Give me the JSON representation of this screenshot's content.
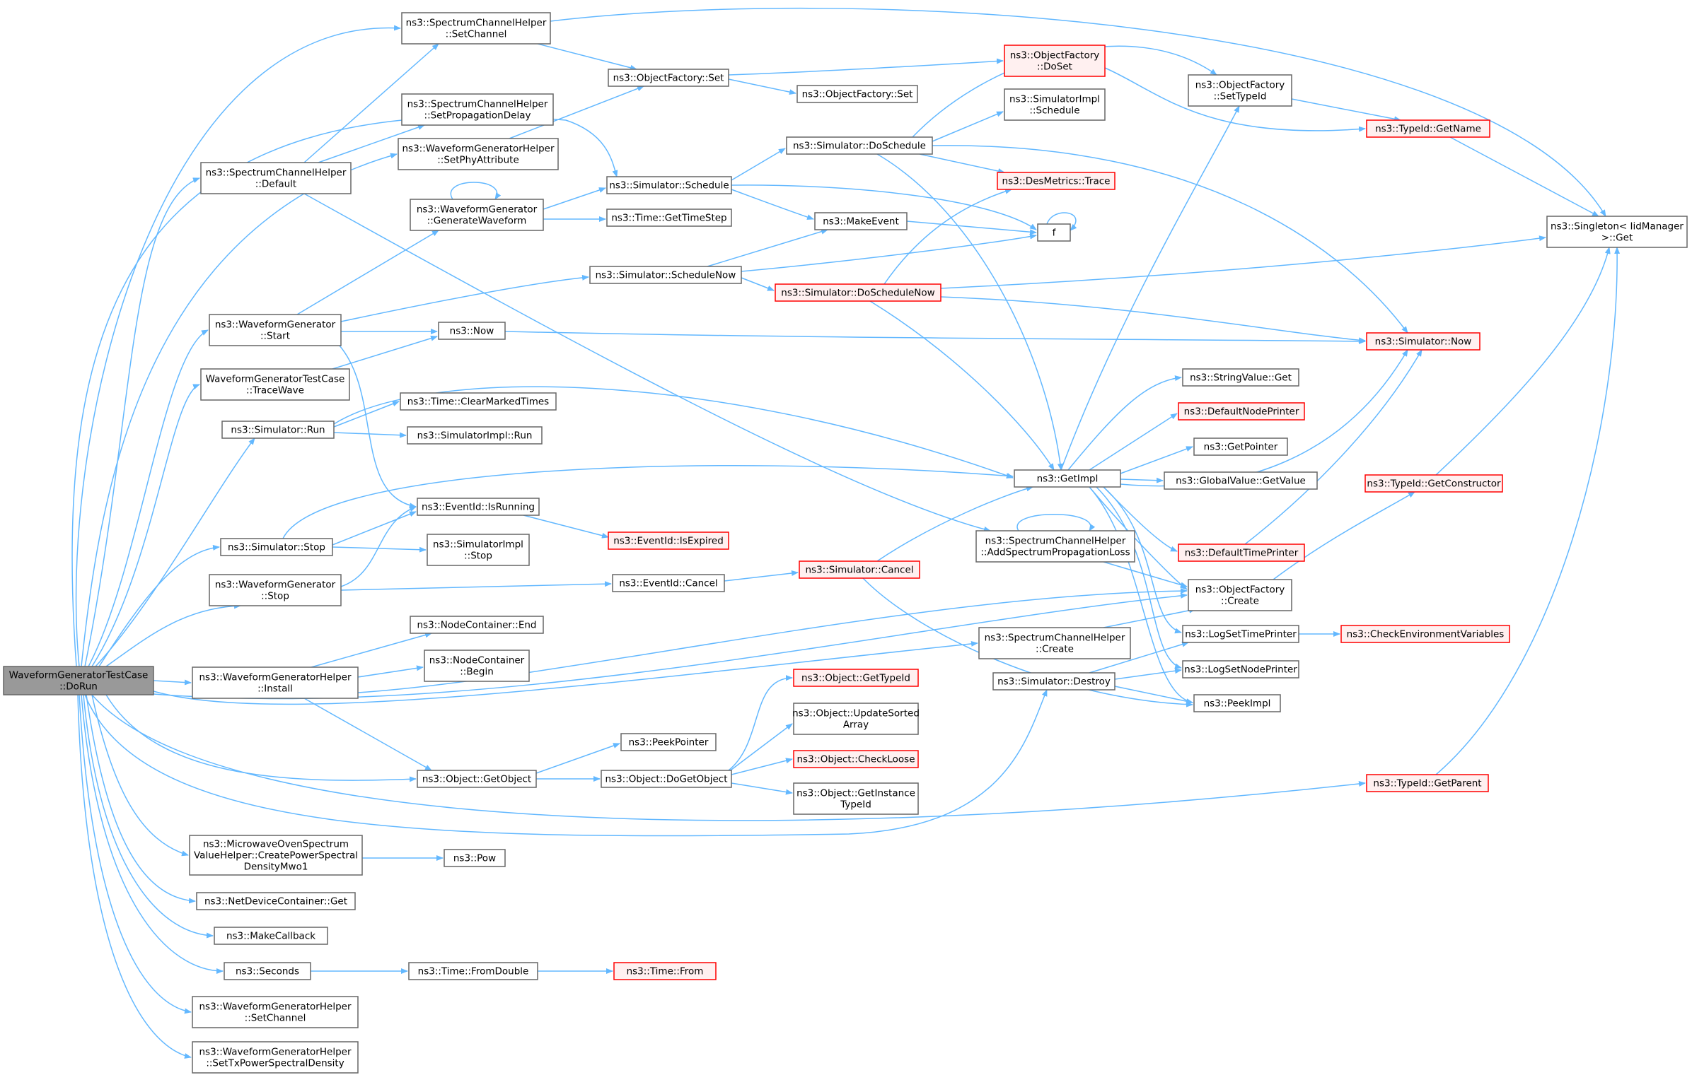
{
  "colors": {
    "edge": "#63b8ff",
    "node_fill": "#ffffff",
    "node_border": "#666666",
    "root_fill": "#999999",
    "root_border": "#666666",
    "trunc_fill": "#fff0f0",
    "trunc_border": "#ff0000"
  },
  "nodes": [
    {
      "id": "root",
      "lines": [
        "WaveformGeneratorTestCase",
        "::DoRun"
      ],
      "style": "root"
    },
    {
      "id": "scSetChannel",
      "lines": [
        "ns3::SpectrumChannelHelper",
        "::SetChannel"
      ]
    },
    {
      "id": "scSetPropDelay",
      "lines": [
        "ns3::SpectrumChannelHelper",
        "::SetPropagationDelay"
      ]
    },
    {
      "id": "wghSetPhyAttr",
      "lines": [
        "ns3::WaveformGeneratorHelper",
        "::SetPhyAttribute"
      ]
    },
    {
      "id": "scDefault",
      "lines": [
        "ns3::SpectrumChannelHelper",
        "::Default"
      ]
    },
    {
      "id": "wgGenWave",
      "lines": [
        "ns3::WaveformGenerator",
        "::GenerateWaveform"
      ]
    },
    {
      "id": "wgStart",
      "lines": [
        "ns3::WaveformGenerator",
        "::Start"
      ]
    },
    {
      "id": "tcTraceWave",
      "lines": [
        "WaveformGeneratorTestCase",
        "::TraceWave"
      ]
    },
    {
      "id": "simRun",
      "lines": [
        "ns3::Simulator::Run"
      ]
    },
    {
      "id": "simStop",
      "lines": [
        "ns3::Simulator::Stop"
      ]
    },
    {
      "id": "wgStop",
      "lines": [
        "ns3::WaveformGenerator",
        "::Stop"
      ]
    },
    {
      "id": "wghInstall",
      "lines": [
        "ns3::WaveformGeneratorHelper",
        "::Install"
      ]
    },
    {
      "id": "mwoHelper",
      "lines": [
        "ns3::MicrowaveOvenSpectrum",
        "ValueHelper::CreatePowerSpectral",
        "DensityMwo1"
      ]
    },
    {
      "id": "ndcGet",
      "lines": [
        "ns3::NetDeviceContainer::Get"
      ]
    },
    {
      "id": "makeCallback",
      "lines": [
        "ns3::MakeCallback"
      ]
    },
    {
      "id": "seconds",
      "lines": [
        "ns3::Seconds"
      ]
    },
    {
      "id": "wghSetChannel",
      "lines": [
        "ns3::WaveformGeneratorHelper",
        "::SetChannel"
      ]
    },
    {
      "id": "wghSetTxPsd",
      "lines": [
        "ns3::WaveformGeneratorHelper",
        "::SetTxPowerSpectralDensity"
      ]
    },
    {
      "id": "ofSet",
      "lines": [
        "ns3::ObjectFactory::Set"
      ]
    },
    {
      "id": "ofSet2",
      "lines": [
        "ns3::ObjectFactory::Set"
      ]
    },
    {
      "id": "ofDoSet",
      "lines": [
        "ns3::ObjectFactory",
        "::DoSet"
      ],
      "style": "trunc"
    },
    {
      "id": "ofSetTypeId",
      "lines": [
        "ns3::ObjectFactory",
        "::SetTypeId"
      ]
    },
    {
      "id": "tidGetName",
      "lines": [
        "ns3::TypeId::GetName"
      ],
      "style": "trunc"
    },
    {
      "id": "singletonGet",
      "lines": [
        "ns3::Singleton< IidManager",
        ">::Get"
      ]
    },
    {
      "id": "simImplSchedule",
      "lines": [
        "ns3::SimulatorImpl",
        "::Schedule"
      ]
    },
    {
      "id": "simDoSchedule",
      "lines": [
        "ns3::Simulator::DoSchedule"
      ]
    },
    {
      "id": "simSchedule",
      "lines": [
        "ns3::Simulator::Schedule"
      ]
    },
    {
      "id": "desTrace",
      "lines": [
        "ns3::DesMetrics::Trace"
      ],
      "style": "trunc"
    },
    {
      "id": "timeGetTimeStep",
      "lines": [
        "ns3::Time::GetTimeStep"
      ]
    },
    {
      "id": "makeEvent",
      "lines": [
        "ns3::MakeEvent"
      ]
    },
    {
      "id": "f",
      "lines": [
        "f"
      ]
    },
    {
      "id": "simScheduleNow",
      "lines": [
        "ns3::Simulator::ScheduleNow"
      ]
    },
    {
      "id": "simDoScheduleNow",
      "lines": [
        "ns3::Simulator::DoScheduleNow"
      ],
      "style": "trunc"
    },
    {
      "id": "now",
      "lines": [
        "ns3::Now"
      ]
    },
    {
      "id": "simNow",
      "lines": [
        "ns3::Simulator::Now"
      ],
      "style": "trunc"
    },
    {
      "id": "timeClearMarked",
      "lines": [
        "ns3::Time::ClearMarkedTimes"
      ]
    },
    {
      "id": "simImplRun",
      "lines": [
        "ns3::SimulatorImpl::Run"
      ]
    },
    {
      "id": "stringValueGet",
      "lines": [
        "ns3::StringValue::Get"
      ]
    },
    {
      "id": "defaultNodePrinter",
      "lines": [
        "ns3::DefaultNodePrinter"
      ],
      "style": "trunc"
    },
    {
      "id": "getPointer",
      "lines": [
        "ns3::GetPointer"
      ]
    },
    {
      "id": "getImpl",
      "lines": [
        "ns3::GetImpl"
      ]
    },
    {
      "id": "gvGetValue",
      "lines": [
        "ns3::GlobalValue::GetValue"
      ]
    },
    {
      "id": "tidGetConstructor",
      "lines": [
        "ns3::TypeId::GetConstructor"
      ],
      "style": "trunc"
    },
    {
      "id": "eventIsRunning",
      "lines": [
        "ns3::EventId::IsRunning"
      ]
    },
    {
      "id": "eventIsExpired",
      "lines": [
        "ns3::EventId::IsExpired"
      ],
      "style": "trunc"
    },
    {
      "id": "scAddLoss",
      "lines": [
        "ns3::SpectrumChannelHelper",
        "::AddSpectrumPropagationLoss"
      ]
    },
    {
      "id": "defaultTimePrinter",
      "lines": [
        "ns3::DefaultTimePrinter"
      ],
      "style": "trunc"
    },
    {
      "id": "simImplStop",
      "lines": [
        "ns3::SimulatorImpl",
        "::Stop"
      ]
    },
    {
      "id": "eventCancel",
      "lines": [
        "ns3::EventId::Cancel"
      ]
    },
    {
      "id": "simCancel",
      "lines": [
        "ns3::Simulator::Cancel"
      ],
      "style": "trunc"
    },
    {
      "id": "ofCreate",
      "lines": [
        "ns3::ObjectFactory",
        "::Create"
      ]
    },
    {
      "id": "ncEnd",
      "lines": [
        "ns3::NodeContainer::End"
      ]
    },
    {
      "id": "ncBegin",
      "lines": [
        "ns3::NodeContainer",
        "::Begin"
      ]
    },
    {
      "id": "scCreate",
      "lines": [
        "ns3::SpectrumChannelHelper",
        "::Create"
      ]
    },
    {
      "id": "logSetTimePrinter",
      "lines": [
        "ns3::LogSetTimePrinter"
      ]
    },
    {
      "id": "checkEnv",
      "lines": [
        "ns3::CheckEnvironmentVariables"
      ],
      "style": "trunc"
    },
    {
      "id": "logSetNodePrinter",
      "lines": [
        "ns3::LogSetNodePrinter"
      ]
    },
    {
      "id": "simDestroy",
      "lines": [
        "ns3::Simulator::Destroy"
      ]
    },
    {
      "id": "peekImpl",
      "lines": [
        "ns3::PeekImpl"
      ]
    },
    {
      "id": "objGetTypeId",
      "lines": [
        "ns3::Object::GetTypeId"
      ],
      "style": "trunc"
    },
    {
      "id": "objUpdateSorted",
      "lines": [
        "ns3::Object::UpdateSorted",
        "Array"
      ]
    },
    {
      "id": "peekPointer",
      "lines": [
        "ns3::PeekPointer"
      ]
    },
    {
      "id": "objCheckLoose",
      "lines": [
        "ns3::Object::CheckLoose"
      ],
      "style": "trunc"
    },
    {
      "id": "objGetObject",
      "lines": [
        "ns3::Object::GetObject"
      ]
    },
    {
      "id": "objDoGetObject",
      "lines": [
        "ns3::Object::DoGetObject"
      ]
    },
    {
      "id": "objGetInstance",
      "lines": [
        "ns3::Object::GetInstance",
        "TypeId"
      ]
    },
    {
      "id": "tidGetParent",
      "lines": [
        "ns3::TypeId::GetParent"
      ],
      "style": "trunc"
    },
    {
      "id": "pow",
      "lines": [
        "ns3::Pow"
      ]
    },
    {
      "id": "timeFromDouble",
      "lines": [
        "ns3::Time::FromDouble"
      ]
    },
    {
      "id": "timeFrom",
      "lines": [
        "ns3::Time::From"
      ],
      "style": "trunc"
    }
  ]
}
